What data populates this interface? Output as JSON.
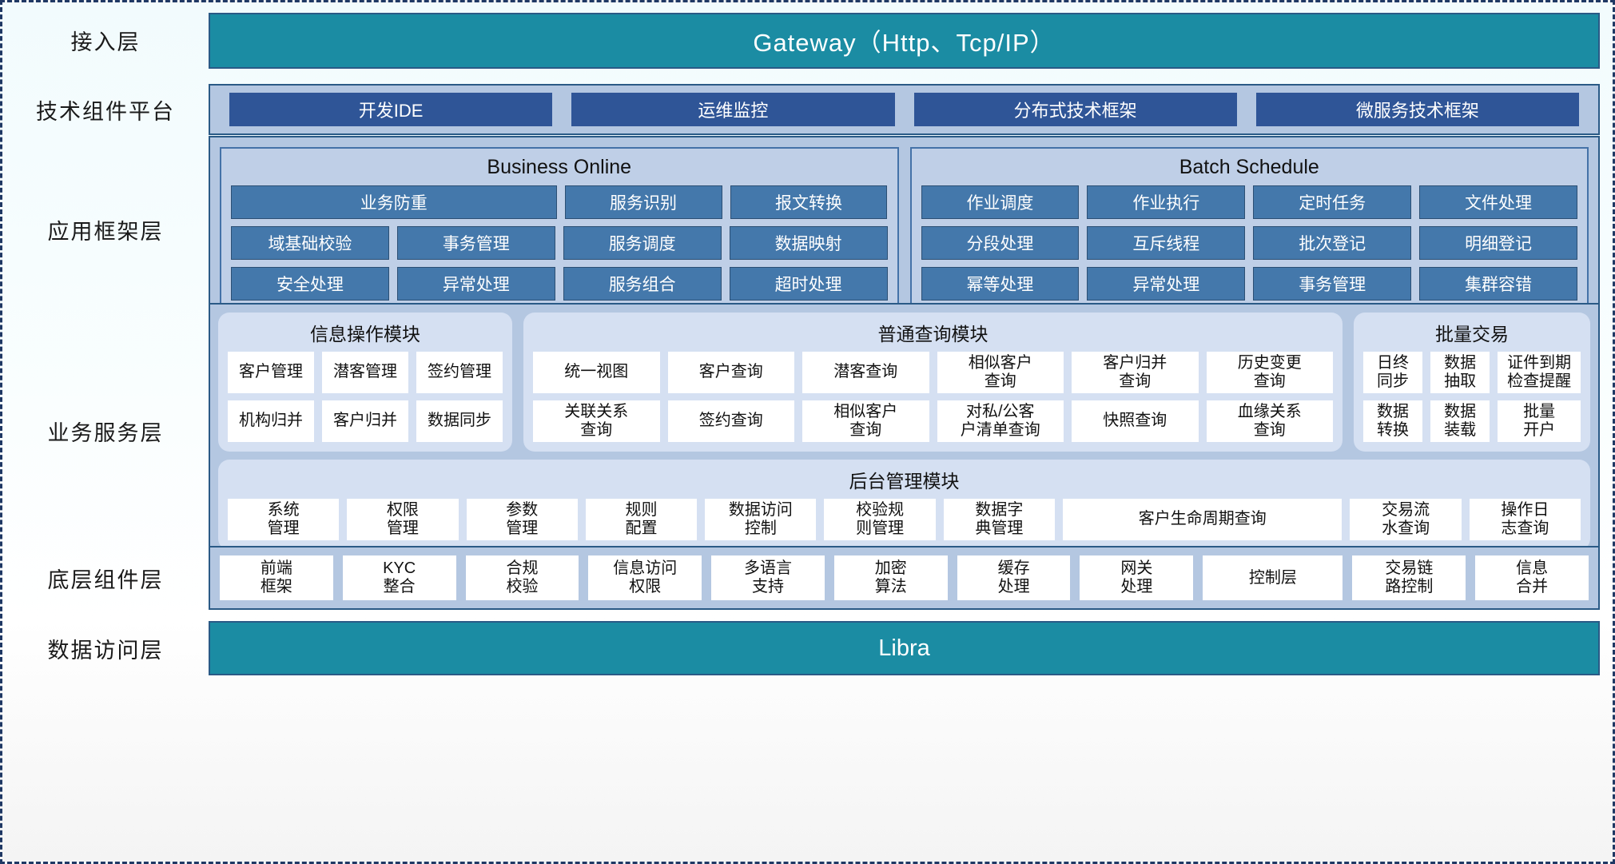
{
  "diagram": {
    "layers": [
      {
        "label": "接入层"
      },
      {
        "label": "技术组件平台"
      },
      {
        "label": "应用框架层"
      },
      {
        "label": "业务服务层"
      },
      {
        "label": "底层组件层"
      },
      {
        "label": "数据访问层"
      }
    ]
  },
  "access_layer": {
    "title": "Gateway（Http、Tcp/IP）"
  },
  "tech_platform": {
    "items": [
      {
        "label": "开发IDE"
      },
      {
        "label": "运维监控"
      },
      {
        "label": "分布式技术框架"
      },
      {
        "label": "微服务技术框架"
      }
    ]
  },
  "app_framework": {
    "panels": [
      {
        "title": "Business Online",
        "rows": [
          [
            {
              "label": "业务防重",
              "span": 2
            },
            {
              "label": "服务识别",
              "span": 1
            },
            {
              "label": "报文转换",
              "span": 1
            }
          ],
          [
            {
              "label": "域基础校验",
              "span": 1
            },
            {
              "label": "事务管理",
              "span": 1
            },
            {
              "label": "服务调度",
              "span": 1
            },
            {
              "label": "数据映射",
              "span": 1
            }
          ],
          [
            {
              "label": "安全处理",
              "span": 1
            },
            {
              "label": "异常处理",
              "span": 1
            },
            {
              "label": "服务组合",
              "span": 1
            },
            {
              "label": "超时处理",
              "span": 1
            }
          ]
        ]
      },
      {
        "title": "Batch Schedule",
        "rows": [
          [
            {
              "label": "作业调度",
              "span": 1
            },
            {
              "label": "作业执行",
              "span": 1
            },
            {
              "label": "定时任务",
              "span": 1
            },
            {
              "label": "文件处理",
              "span": 1
            }
          ],
          [
            {
              "label": "分段处理",
              "span": 1
            },
            {
              "label": "互斥线程",
              "span": 1
            },
            {
              "label": "批次登记",
              "span": 1
            },
            {
              "label": "明细登记",
              "span": 1
            }
          ],
          [
            {
              "label": "幂等处理",
              "span": 1
            },
            {
              "label": "异常处理",
              "span": 1
            },
            {
              "label": "事务管理",
              "span": 1
            },
            {
              "label": "集群容错",
              "span": 1
            }
          ]
        ]
      }
    ]
  },
  "business_service": {
    "groups": [
      {
        "title": "信息操作模块",
        "rows": [
          [
            {
              "label": "客户管理"
            },
            {
              "label": "潜客管理"
            },
            {
              "label": "签约管理"
            }
          ],
          [
            {
              "label": "机构归并"
            },
            {
              "label": "客户归并"
            },
            {
              "label": "数据同步"
            }
          ]
        ]
      },
      {
        "title": "普通查询模块",
        "rows": [
          [
            {
              "label": "统一视图"
            },
            {
              "label": "客户查询"
            },
            {
              "label": "潜客查询"
            },
            {
              "label": "相似客户\n查询"
            },
            {
              "label": "客户归并\n查询"
            },
            {
              "label": "历史变更\n查询"
            }
          ],
          [
            {
              "label": "关联关系\n查询"
            },
            {
              "label": "签约查询"
            },
            {
              "label": "相似客户\n查询"
            },
            {
              "label": "对私/公客\n户清单查询"
            },
            {
              "label": "快照查询"
            },
            {
              "label": "血缘关系\n查询"
            }
          ]
        ]
      },
      {
        "title": "批量交易",
        "rows": [
          [
            {
              "label": "日终\n同步"
            },
            {
              "label": "数据\n抽取"
            },
            {
              "label": "证件到期\n检查提醒"
            }
          ],
          [
            {
              "label": "数据\n转换"
            },
            {
              "label": "数据\n装载"
            },
            {
              "label": "批量\n开户"
            }
          ]
        ]
      }
    ],
    "backend": {
      "title": "后台管理模块",
      "items": [
        {
          "label": "系统\n管理",
          "span": 1
        },
        {
          "label": "权限\n管理",
          "span": 1
        },
        {
          "label": "参数\n管理",
          "span": 1
        },
        {
          "label": "规则\n配置",
          "span": 1
        },
        {
          "label": "数据访问\n控制",
          "span": 1
        },
        {
          "label": "校验规\n则管理",
          "span": 1
        },
        {
          "label": "数据字\n典管理",
          "span": 1
        },
        {
          "label": "客户生命周期查询",
          "span": 2.6
        },
        {
          "label": "交易流\n水查询",
          "span": 1
        },
        {
          "label": "操作日\n志查询",
          "span": 1
        }
      ]
    }
  },
  "component_layer": {
    "items": [
      {
        "label": "前端\n框架"
      },
      {
        "label": "KYC\n整合"
      },
      {
        "label": "合规\n校验"
      },
      {
        "label": "信息访问\n权限"
      },
      {
        "label": "多语言\n支持"
      },
      {
        "label": "加密\n算法"
      },
      {
        "label": "缓存\n处理"
      },
      {
        "label": "网关\n处理"
      },
      {
        "label": "控制层"
      },
      {
        "label": "交易链\n路控制"
      },
      {
        "label": "信息\n合并"
      }
    ]
  },
  "data_access_layer": {
    "title": "Libra"
  },
  "colors": {
    "teal": "#1b8ca3",
    "band": "#b4c7e1",
    "chip_blue": "#2f5597",
    "cell_blue": "#4478ab",
    "group_bg": "#d5e0f2",
    "border": "#2a5a86",
    "outline": "#1f3864"
  }
}
